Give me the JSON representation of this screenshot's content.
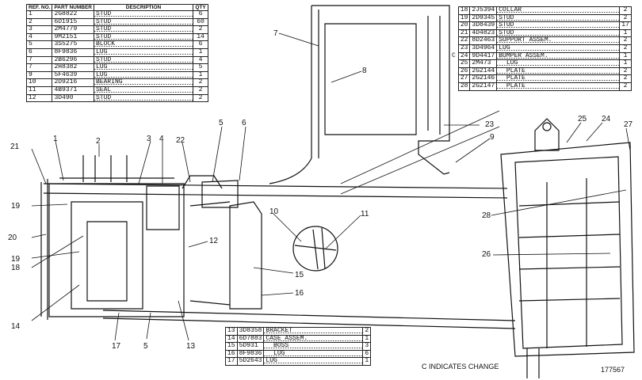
{
  "headers": {
    "ref_no": "REF. NO.",
    "part_number": "PART NUMBER",
    "description": "DESCRIPTION",
    "qty": "QTY"
  },
  "parts_table_1": [
    {
      "ref": "1",
      "part": "2G8822",
      "desc": "STUD",
      "qty": "6"
    },
    {
      "ref": "2",
      "part": "6D1915",
      "desc": "STUD",
      "qty": "60"
    },
    {
      "ref": "3",
      "part": "2M4779",
      "desc": "STUD",
      "qty": "2"
    },
    {
      "ref": "4",
      "part": "9M2151",
      "desc": "STUD",
      "qty": "14"
    },
    {
      "ref": "5",
      "part": "3S5275",
      "desc": "BLOCK",
      "qty": "6"
    },
    {
      "ref": "6",
      "part": "8F9836",
      "desc": "LUG",
      "qty": "1"
    },
    {
      "ref": "7",
      "part": "2B6296",
      "desc": "STUD",
      "qty": "4"
    },
    {
      "ref": "7",
      "part": "2H8382",
      "desc": "LUG",
      "qty": "5"
    },
    {
      "ref": "9",
      "part": "5F4639",
      "desc": "LUG",
      "qty": "1"
    },
    {
      "ref": "10",
      "part": "2D9216",
      "desc": "BEARING",
      "qty": "2"
    },
    {
      "ref": "11",
      "part": "4B9371",
      "desc": "SEAL",
      "qty": "2"
    },
    {
      "ref": "12",
      "part": "3D490",
      "desc": "STUD",
      "qty": "2"
    }
  ],
  "parts_table_2": [
    {
      "mark": "",
      "ref": "18",
      "part": "2J5394",
      "desc": "COLLAR",
      "qty": "2"
    },
    {
      "mark": "",
      "ref": "19",
      "part": "2D9345",
      "desc": "STUD",
      "qty": "2"
    },
    {
      "mark": "",
      "ref": "20",
      "part": "3D8439",
      "desc": "STUD",
      "qty": "17"
    },
    {
      "mark": "",
      "ref": "21",
      "part": "4D4823",
      "desc": "STUD",
      "qty": "1"
    },
    {
      "mark": "",
      "ref": "22",
      "part": "8D2463",
      "desc": "SUPPORT ASSEM.",
      "qty": "2"
    },
    {
      "mark": "",
      "ref": "23",
      "part": "3D4964",
      "desc": "LUG",
      "qty": "2"
    },
    {
      "mark": "C",
      "ref": "24",
      "part": "9D4417",
      "desc": "BUMPER ASSEM.",
      "qty": "1"
    },
    {
      "mark": "",
      "ref": "25",
      "part": "2M473",
      "desc": "  LUG",
      "qty": "1"
    },
    {
      "mark": "",
      "ref": "26",
      "part": "2G2144",
      "desc": "  PLATE",
      "qty": "2"
    },
    {
      "mark": "",
      "ref": "27",
      "part": "2G2146",
      "desc": "  PLATE",
      "qty": "2"
    },
    {
      "mark": "",
      "ref": "28",
      "part": "2G2147",
      "desc": "  PLATE",
      "qty": "2"
    }
  ],
  "parts_table_3": [
    {
      "ref": "13",
      "part": "3D8358",
      "desc": "BRACKET",
      "qty": "2"
    },
    {
      "ref": "14",
      "part": "6D7883",
      "desc": "CASE ASSEM.",
      "qty": "1"
    },
    {
      "ref": "15",
      "part": "5D931",
      "desc": "  BOSS",
      "qty": "3"
    },
    {
      "ref": "16",
      "part": "8F9836",
      "desc": "  LUG",
      "qty": "6"
    },
    {
      "ref": "17",
      "part": "5D2643",
      "desc": "LUG",
      "qty": "1"
    }
  ],
  "callouts": [
    "1",
    "2",
    "3",
    "4",
    "5",
    "6",
    "7",
    "8",
    "9",
    "10",
    "11",
    "12",
    "13",
    "14",
    "15",
    "16",
    "17",
    "18",
    "19",
    "19",
    "20",
    "21",
    "22",
    "23",
    "24",
    "25",
    "26",
    "27",
    "28",
    "5"
  ],
  "note": "C INDICATES CHANGE",
  "doc_number": "177567"
}
